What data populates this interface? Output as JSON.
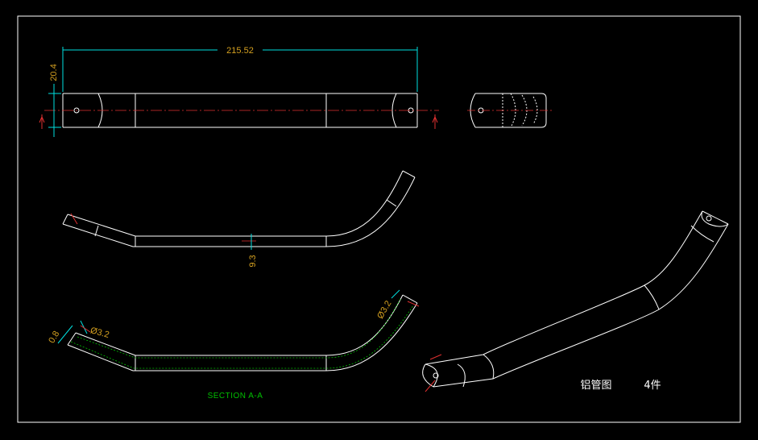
{
  "drawing": {
    "background": "#000000",
    "frame_color": "#ffffff",
    "line_color": "#ffffff",
    "dim_line_color": "#00e0e0",
    "dim_text_color": "#d4a020",
    "center_line_color": "#e03030",
    "section_text_color": "#00c000"
  },
  "dimensions": {
    "overall_length": "215.52",
    "tube_diameter": "20.4",
    "bend_height": "9.3",
    "wall_thickness": "0.8",
    "hole_left": "Ø3.2",
    "hole_right": "Ø3.2"
  },
  "section_label": "SECTION A-A",
  "part": {
    "name": "铝管图",
    "quantity": "4件"
  }
}
